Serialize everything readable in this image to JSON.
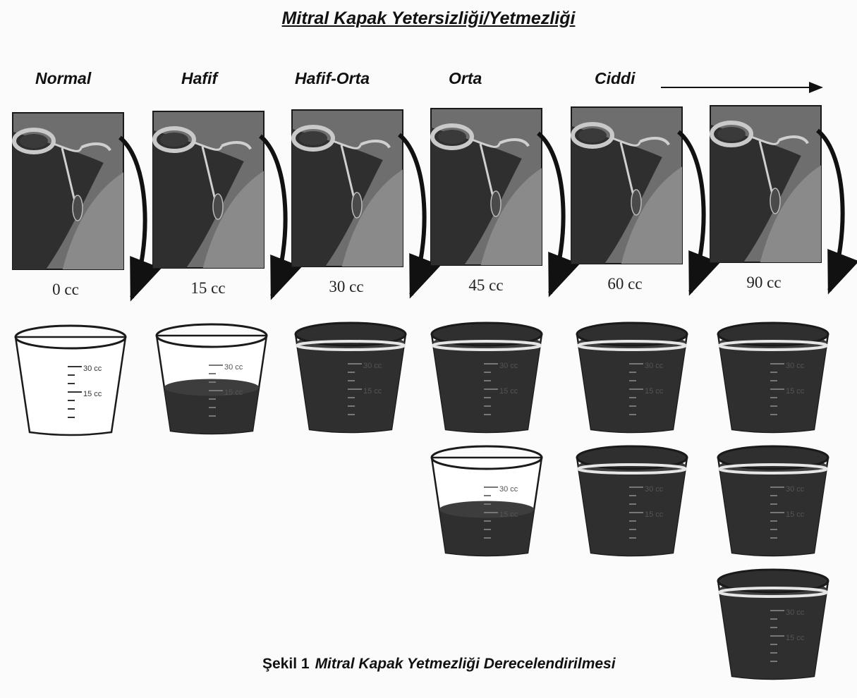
{
  "title": "Mitral Kapak Yetersizliği/Yetmezliği",
  "grades": [
    "Normal",
    "Hafif",
    "Hafif-Orta",
    "Orta",
    "Ciddi"
  ],
  "volumes": [
    "0 cc",
    "15 cc",
    "30 cc",
    "45 cc",
    "60 cc",
    "90 cc"
  ],
  "cup_scale": {
    "upper": "30 cc",
    "lower": "15 cc"
  },
  "caption": {
    "number": "Şekil 1",
    "text": "Mitral Kapak Yetmezliği Derecelendirilmesi"
  },
  "cups": [
    {
      "column": 0,
      "fill": 0
    },
    {
      "column": 1,
      "fill": 0.5
    },
    {
      "column": 2,
      "fill": 1
    },
    {
      "column": 3,
      "fill": 1
    },
    {
      "column": 3,
      "fill": 0.5
    },
    {
      "column": 4,
      "fill": 1
    },
    {
      "column": 4,
      "fill": 1
    },
    {
      "column": 5,
      "fill": 1
    },
    {
      "column": 5,
      "fill": 1
    },
    {
      "column": 5,
      "fill": 1
    }
  ],
  "colors": {
    "blood": "#2f2f2f",
    "tissue": "#8a8a8a",
    "outline": "#1a1a1a"
  }
}
